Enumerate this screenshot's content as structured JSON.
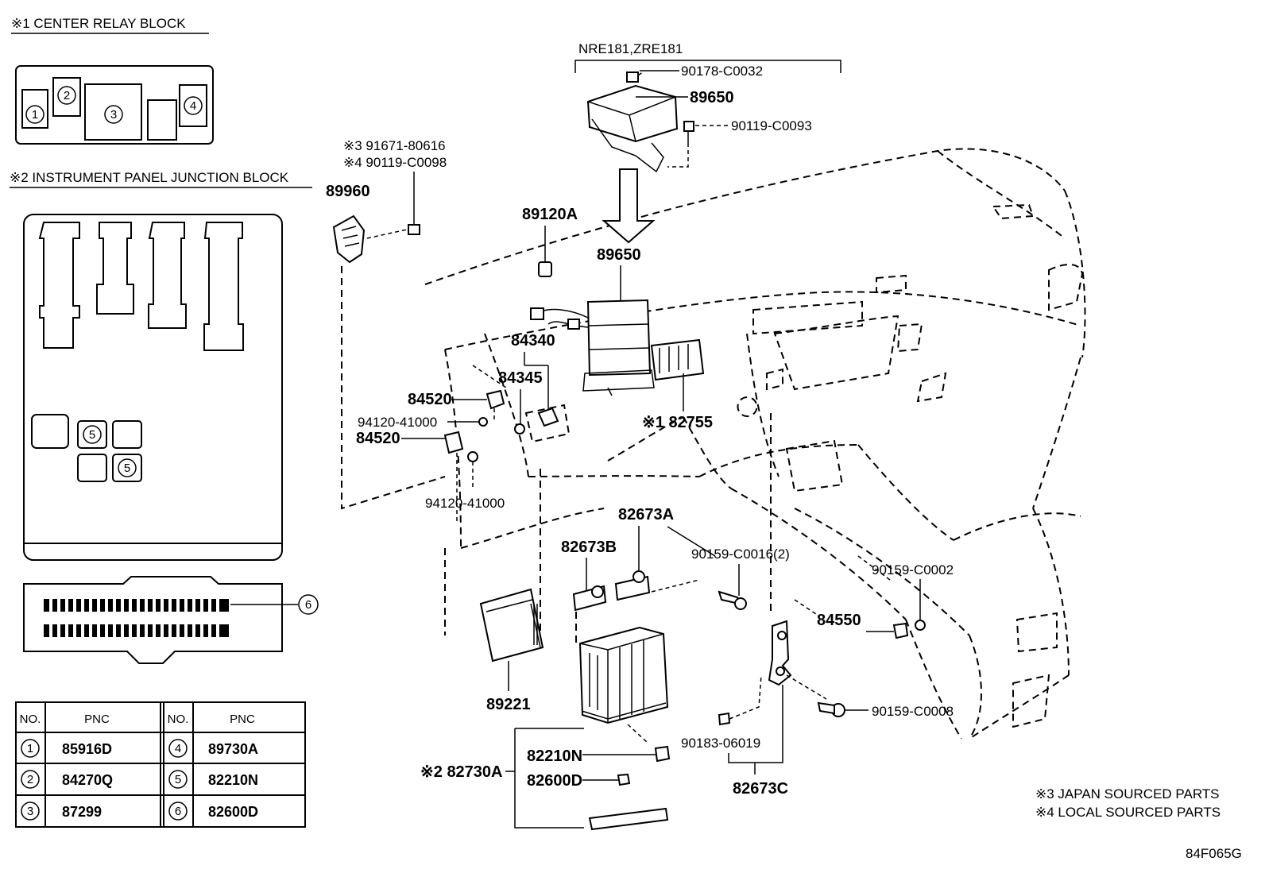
{
  "notes": {
    "center_relay_block": "※1 CENTER RELAY BLOCK",
    "instrument_panel_junction_block": "※2 INSTRUMENT PANEL JUNCTION BLOCK",
    "japan_sourced": "※3 JAPAN SOURCED PARTS",
    "local_sourced": "※4 LOCAL SOURCED PARTS"
  },
  "figure_code": "84F065G",
  "relay_block_slots": [
    "1",
    "2",
    "3",
    "4"
  ],
  "junction_block_slots": [
    "5",
    "5"
  ],
  "connector_callout": "6",
  "parts": {
    "variant": "NRE181,ZRE181",
    "p_90178": "90178-C0032",
    "p_89650_top": "89650",
    "p_90119_c0093": "90119-C0093",
    "p_91671": "※3 91671-80616",
    "p_90119_c0098": "※4 90119-C0098",
    "p_89960": "89960",
    "p_89120a": "89120A",
    "p_89650": "89650",
    "p_84340": "84340",
    "p_84345": "84345",
    "p_84520_a": "84520",
    "p_94120_a": "94120-41000",
    "p_84520_b": "84520",
    "p_82755": "※1 82755",
    "p_94120_b": "94120-41000",
    "p_82673a": "82673A",
    "p_82673b": "82673B",
    "p_90159_c0016": "90159-C0016(2)",
    "p_90159_c0002": "90159-C0002",
    "p_84550": "84550",
    "p_89221": "89221",
    "p_90159_c0008": "90159-C0008",
    "p_82210n": "82210N",
    "p_90183": "90183-06019",
    "p_82730a": "※2 82730A",
    "p_82600d": "82600D",
    "p_82673c": "82673C"
  },
  "legend_table": {
    "headers": [
      "NO.",
      "PNC",
      "NO.",
      "PNC"
    ],
    "rows": [
      {
        "no_left": "1",
        "pnc_left": "85916D",
        "no_right": "4",
        "pnc_right": "89730A"
      },
      {
        "no_left": "2",
        "pnc_left": "84270Q",
        "no_right": "5",
        "pnc_right": "82210N"
      },
      {
        "no_left": "3",
        "pnc_left": "87299",
        "no_right": "6",
        "pnc_right": "82600D"
      }
    ]
  }
}
